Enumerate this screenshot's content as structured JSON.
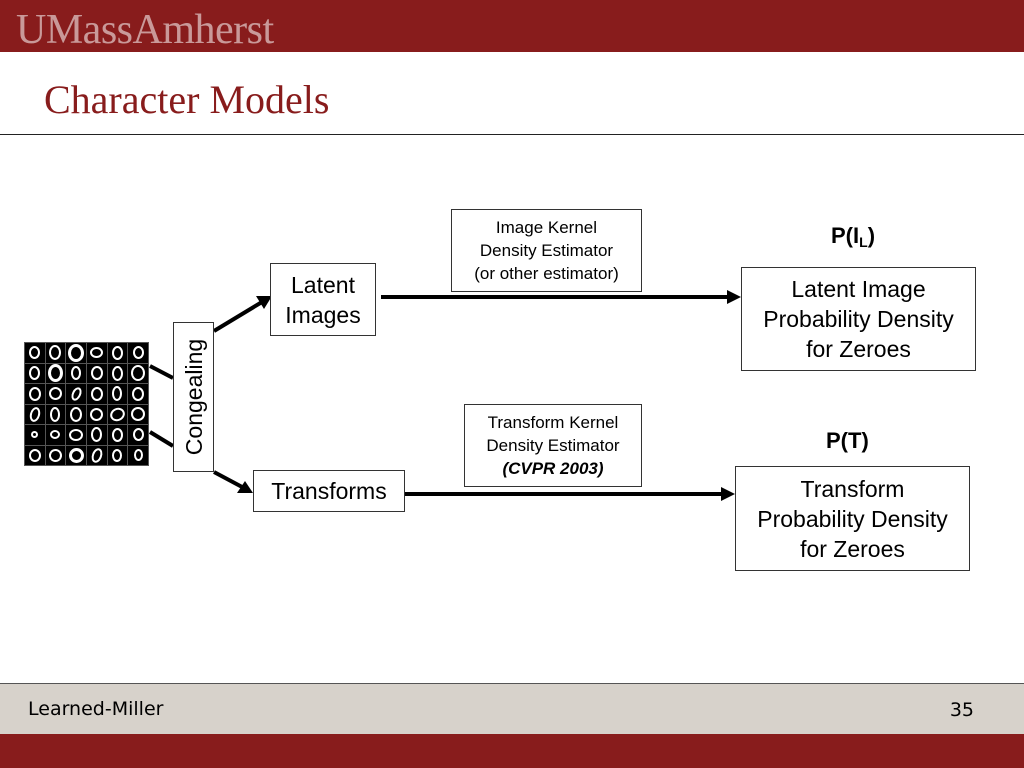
{
  "header": {
    "logo_text": "UMassAmherst",
    "title": "Character Models"
  },
  "diagram": {
    "congealing_label": "Congealing",
    "latent_images_line1": "Latent",
    "latent_images_line2": "Images",
    "transforms_label": "Transforms",
    "image_kde": {
      "line1": "Image Kernel",
      "line2": "Density Estimator",
      "line3": "(or other estimator)"
    },
    "transform_kde": {
      "line1": "Transform Kernel",
      "line2": "Density Estimator",
      "line3": "(CVPR 2003)"
    },
    "p_il": {
      "prefix": "P(I",
      "sub": "L",
      "suffix": ")"
    },
    "p_t": "P(T)",
    "latent_density": {
      "line1": "Latent Image",
      "line2": "Probability Density",
      "line3": "for Zeroes"
    },
    "transform_density": {
      "line1": "Transform",
      "line2": "Probability Density",
      "line3": "for Zeroes"
    },
    "digit_grid": {
      "digit": "0",
      "rows": 6,
      "cols": 6
    }
  },
  "footer": {
    "author": "Learned-Miller",
    "page_number": "35"
  },
  "colors": {
    "brand": "#881c1c",
    "footer_band": "#d7d2cb"
  }
}
